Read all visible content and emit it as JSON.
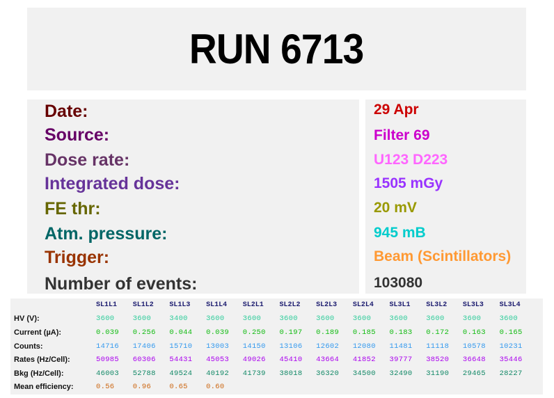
{
  "header": {
    "title": "RUN 6713"
  },
  "info": {
    "rows": [
      {
        "label": "Date:",
        "value": "29 Apr",
        "label_color": "#660000",
        "value_color": "#cc0000"
      },
      {
        "label": "Source:",
        "value": "Filter 69",
        "label_color": "#660066",
        "value_color": "#cc00cc"
      },
      {
        "label": "Dose rate:",
        "value": "U123 D223",
        "label_color": "#663366",
        "value_color": "#ff66ff"
      },
      {
        "label": "Integrated dose:",
        "value": "1505 mGy",
        "label_color": "#663399",
        "value_color": "#9933ff"
      },
      {
        "label": "FE thr:",
        "value": "20 mV",
        "label_color": "#666600",
        "value_color": "#999900"
      },
      {
        "label": "Atm. pressure:",
        "value": "945 mB",
        "label_color": "#006666",
        "value_color": "#00cccc"
      },
      {
        "label": "Trigger:",
        "value": "Beam (Scintillators)",
        "label_color": "#993300",
        "value_color": "#ff9933"
      },
      {
        "label": "Number of events:",
        "value": "103080",
        "label_color": "#333333",
        "value_color": "#333333"
      }
    ]
  },
  "table": {
    "columns": [
      "SL1L1",
      "SL1L2",
      "SL1L3",
      "SL1L4",
      "SL2L1",
      "SL2L2",
      "SL2L3",
      "SL2L4",
      "SL3L1",
      "SL3L2",
      "SL3L3",
      "SL3L4"
    ],
    "rows": [
      {
        "key": "hv",
        "label": "HV (V):",
        "values": [
          "3600",
          "3600",
          "3400",
          "3600",
          "3600",
          "3600",
          "3600",
          "3600",
          "3600",
          "3600",
          "3600",
          "3600"
        ]
      },
      {
        "key": "current",
        "label": "Current (µA):",
        "values": [
          "0.039",
          "0.256",
          "0.044",
          "0.039",
          "0.250",
          "0.197",
          "0.189",
          "0.185",
          "0.183",
          "0.172",
          "0.163",
          "0.165"
        ]
      },
      {
        "key": "counts",
        "label": "Counts:",
        "values": [
          "14716",
          "17406",
          "15710",
          "13003",
          "14150",
          "13106",
          "12602",
          "12080",
          "11481",
          "11118",
          "10578",
          "10231"
        ]
      },
      {
        "key": "rates",
        "label": "Rates (Hz/Cell):",
        "values": [
          "50985",
          "60306",
          "54431",
          "45053",
          "49026",
          "45410",
          "43664",
          "41852",
          "39777",
          "38520",
          "36648",
          "35446"
        ]
      },
      {
        "key": "bkg",
        "label": "Bkg   (Hz/Cell):",
        "values": [
          "46003",
          "52788",
          "49524",
          "40192",
          "41739",
          "38018",
          "36320",
          "34500",
          "32490",
          "31190",
          "29465",
          "28227"
        ]
      },
      {
        "key": "eff",
        "label": "Mean efficiency:",
        "values": [
          "0.56",
          "0.96",
          "0.65",
          "0.60",
          "",
          "",
          "",
          "",
          "",
          "",
          "",
          ""
        ]
      }
    ]
  }
}
